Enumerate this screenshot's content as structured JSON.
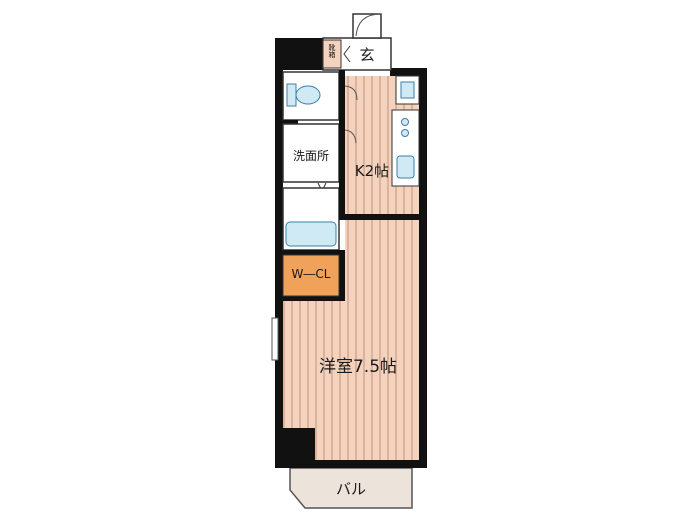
{
  "rooms": {
    "entrance": "玄",
    "shoe_box": "靴箱",
    "kitchen": "K2帖",
    "washroom": "洗面所",
    "closet": "W―CL",
    "western_room": "洋室7.5帖",
    "balcony": "バル"
  },
  "colors": {
    "wall": "#111111",
    "floor": "#f3d3bd",
    "floor_stripe": "#cc9d85",
    "closet_fill": "#f0a15a",
    "water_fixture": "#cfe9f5",
    "fixture_stroke": "#3e7fa3",
    "balcony_fill": "#ece3da"
  }
}
